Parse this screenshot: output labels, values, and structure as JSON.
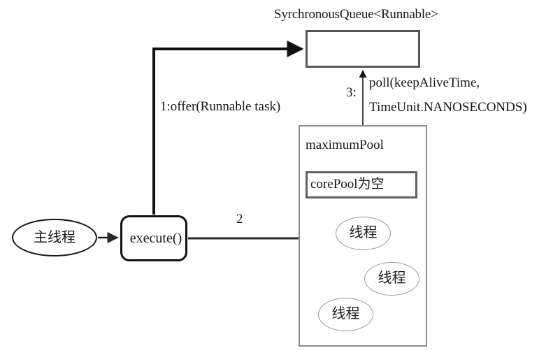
{
  "diagram": {
    "title": "Java ThreadPoolExecutor SynchronousQueue flow",
    "background_color": "#ffffff",
    "queue": {
      "title": "SyrchronousQueue<Runnable>",
      "box_label": "",
      "border_color": "#575757"
    },
    "pool": {
      "label": "maximumPool",
      "border_color": "#8c8c8c",
      "core_pool": {
        "label": "corePool为空",
        "border_color": "#636363"
      },
      "threads": [
        {
          "label": "线程"
        },
        {
          "label": "线程"
        },
        {
          "label": "线程"
        }
      ]
    },
    "nodes": {
      "main_thread": {
        "label": "主线程",
        "shape": "ellipse"
      },
      "execute": {
        "label": "execute()",
        "shape": "rounded-rect"
      }
    },
    "edges": {
      "offer": {
        "label": "1:offer(Runnable task)"
      },
      "dispatch": {
        "label": "2"
      },
      "poll": {
        "step": "3:",
        "label_line1": "poll(keepAliveTime,",
        "label_line2": "TimeUnit.NANOSECONDS)"
      }
    }
  }
}
